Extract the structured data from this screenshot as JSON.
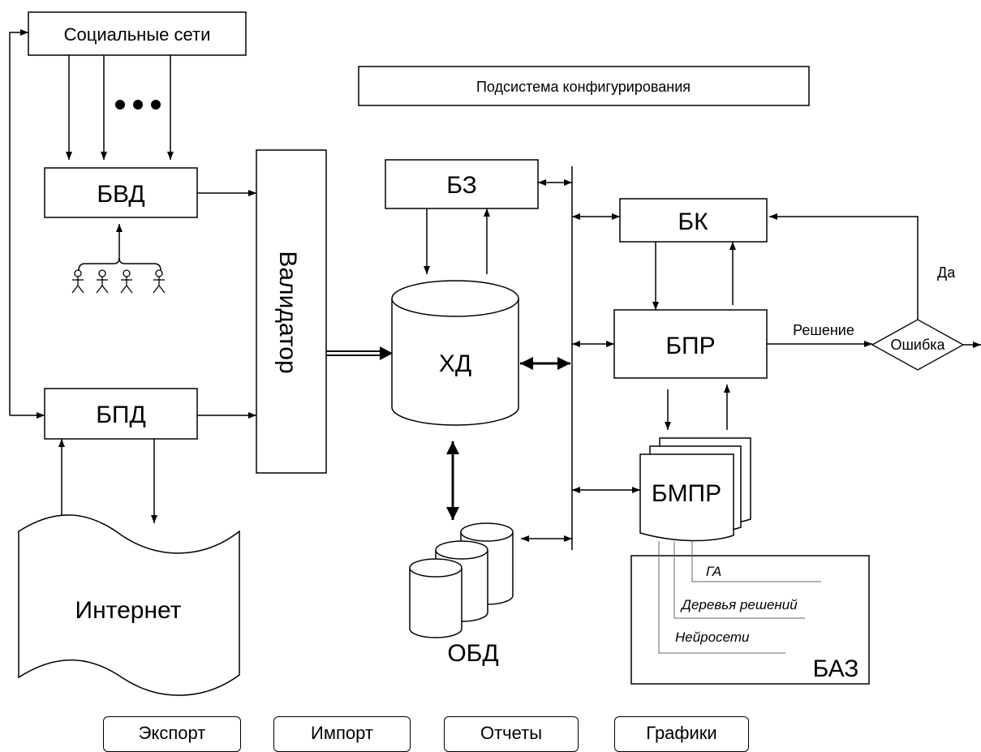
{
  "diagram": {
    "social_networks": "Социальные сети",
    "config_subsystem": "Подсистема конфигурирования",
    "bvd": "БВД",
    "bpd": "БПД",
    "internet": "Интернет",
    "validator": "Валидатор",
    "bz": "БЗ",
    "hd": "ХД",
    "obd": "ОБД",
    "bk": "БК",
    "bpr": "БПР",
    "bmpr": "БМПР",
    "baz": "БАЗ",
    "ga": "ГА",
    "decision_trees": "Деревья решений",
    "neural_nets": "Нейросети",
    "decision": "Решение",
    "error": "Ошибка",
    "yes": "Да"
  },
  "buttons": {
    "export": "Экспорт",
    "import": "Импорт",
    "reports": "Отчеты",
    "charts": "Графики"
  }
}
